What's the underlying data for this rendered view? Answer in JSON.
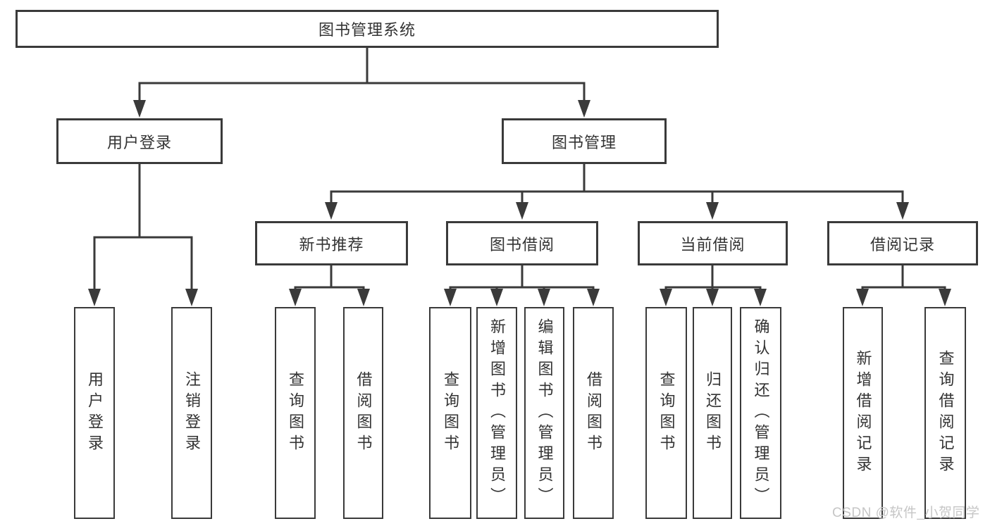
{
  "diagram": {
    "title": "图书管理系统",
    "branches": [
      {
        "label": "用户登录",
        "leaves": [
          "用户登录",
          "注销登录"
        ]
      },
      {
        "label": "图书管理",
        "children": [
          {
            "label": "新书推荐",
            "leaves": [
              "查询图书",
              "借阅图书"
            ]
          },
          {
            "label": "图书借阅",
            "leaves": [
              "查询图书",
              "新增图书（管理员）",
              "编辑图书（管理员）",
              "借阅图书"
            ]
          },
          {
            "label": "当前借阅",
            "leaves": [
              "查询图书",
              "归还图书",
              "确认归还（管理员）"
            ]
          },
          {
            "label": "借阅记录",
            "leaves": [
              "新增借阅记录",
              "查询借阅记录"
            ]
          }
        ]
      }
    ],
    "colors": {
      "line": "#3a3a3a",
      "text": "#333333",
      "watermark": "#c6c6c6"
    },
    "watermark": "CSDN @软件_小贺同学"
  }
}
